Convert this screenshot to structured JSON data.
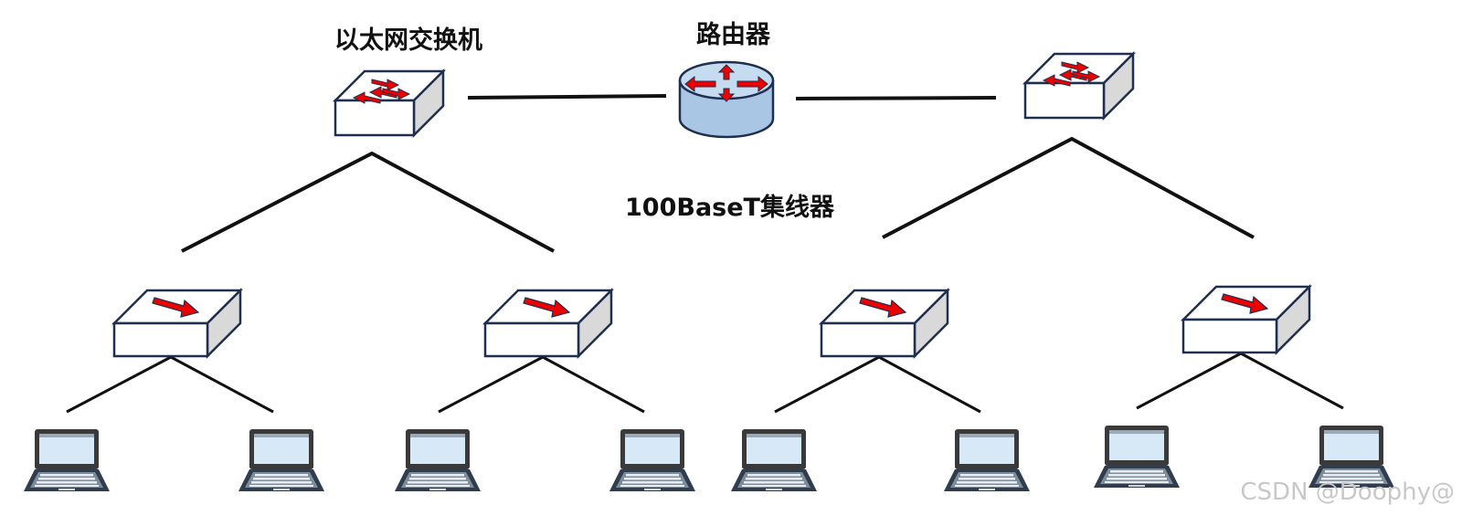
{
  "labels": {
    "ethernet_switch": "以太网交换机",
    "router": "路由器",
    "hub": "100BaseT集线器"
  },
  "watermark": "CSDN @Doophy@",
  "colors": {
    "device_face": "#ffffff",
    "device_side": "#d9d9d9",
    "device_outline": "#1f2f4f",
    "arrow": "#ee0000",
    "router_body": "#a9c6e4",
    "screen": "#d7e8f7",
    "laptop_frame": "#3a3a3a",
    "link": "#111111"
  },
  "icons": [
    "ethernet-switch-icon",
    "router-icon",
    "hub-icon",
    "laptop-icon"
  ]
}
